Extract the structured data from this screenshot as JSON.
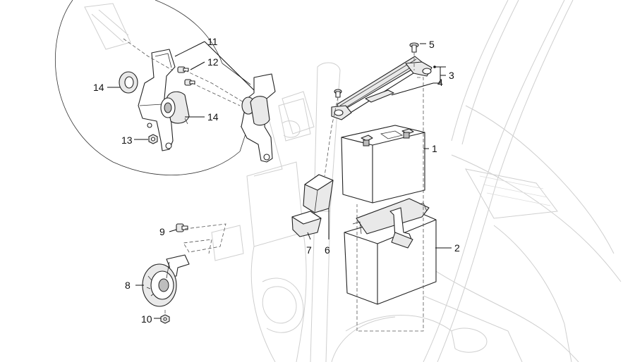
{
  "callouts": [
    {
      "id": "c1",
      "text": "1"
    },
    {
      "id": "c2",
      "text": "2"
    },
    {
      "id": "c3",
      "text": "3"
    },
    {
      "id": "c4",
      "text": "4"
    },
    {
      "id": "c5",
      "text": "5"
    },
    {
      "id": "c6",
      "text": "6"
    },
    {
      "id": "c7",
      "text": "7"
    },
    {
      "id": "c8",
      "text": "8"
    },
    {
      "id": "c9",
      "text": "9"
    },
    {
      "id": "c10",
      "text": "10"
    },
    {
      "id": "c11",
      "text": "11"
    },
    {
      "id": "c12",
      "text": "12"
    },
    {
      "id": "c13",
      "text": "13"
    },
    {
      "id": "c14a",
      "text": "14"
    },
    {
      "id": "c14b",
      "text": "14"
    }
  ]
}
